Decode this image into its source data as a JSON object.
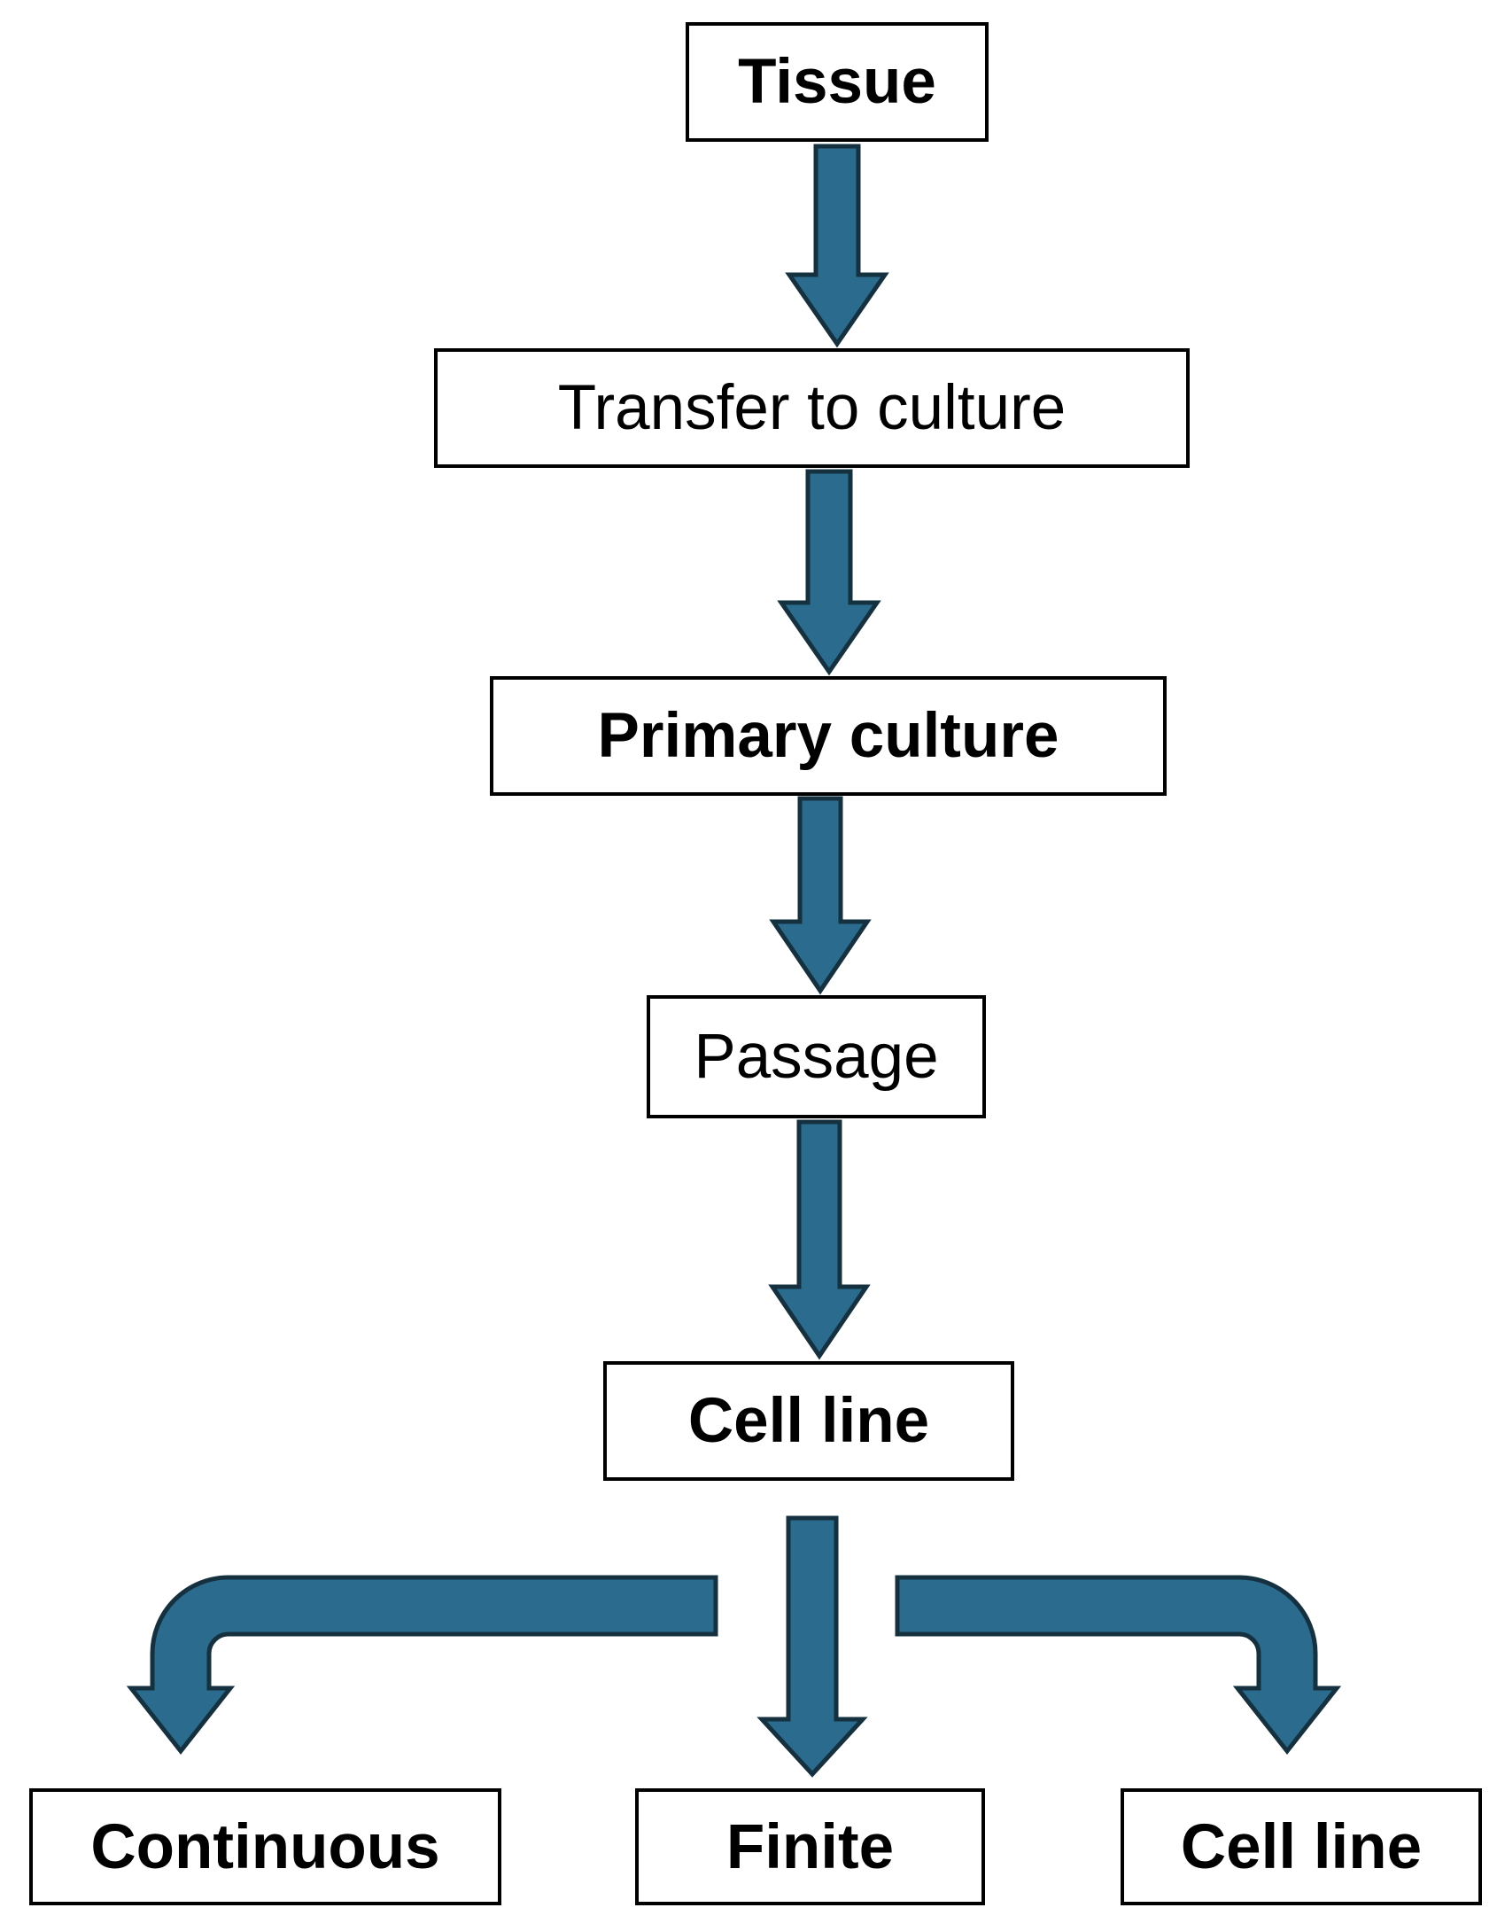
{
  "diagram": {
    "title_semantic": "Cell culture development flowchart",
    "nodes": {
      "tissue": {
        "label": "Tissue",
        "emphasis": "bold"
      },
      "transfer": {
        "label": "Transfer to culture",
        "emphasis": "regular"
      },
      "primary": {
        "label": "Primary culture",
        "emphasis": "bold"
      },
      "passage": {
        "label": "Passage",
        "emphasis": "regular"
      },
      "cell_line": {
        "label": "Cell line",
        "emphasis": "bold"
      },
      "continuous": {
        "label": "Continuous",
        "emphasis": "bold"
      },
      "finite": {
        "label": "Finite",
        "emphasis": "bold"
      },
      "cell_line_2": {
        "label": "Cell line",
        "emphasis": "bold"
      }
    },
    "edges": [
      {
        "from": "tissue",
        "to": "transfer"
      },
      {
        "from": "transfer",
        "to": "primary"
      },
      {
        "from": "primary",
        "to": "passage"
      },
      {
        "from": "passage",
        "to": "cell_line"
      },
      {
        "from": "cell_line",
        "to": "continuous"
      },
      {
        "from": "cell_line",
        "to": "finite"
      },
      {
        "from": "cell_line",
        "to": "cell_line_2"
      }
    ],
    "colors": {
      "arrow_fill": "#2a6b8e",
      "arrow_stroke": "#15303f",
      "box_border": "#000000",
      "box_background": "#ffffff",
      "text": "#000000",
      "background": "#ffffff"
    }
  }
}
